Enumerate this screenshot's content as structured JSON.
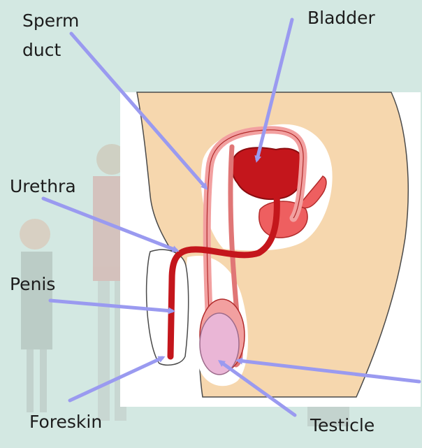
{
  "labels": {
    "sperm_duct_line1": "Sperm",
    "sperm_duct_line2": "duct",
    "bladder": "Bladder",
    "urethra": "Urethra",
    "penis": "Penis",
    "foreskin": "Foreskin",
    "testicle": "Testicle"
  },
  "colors": {
    "background": "#d3e8e2",
    "skin": "#f6d7ae",
    "organ_dark": "#c4161c",
    "organ_light": "#ee5f60",
    "duct_pale": "#f2a0a0",
    "testicle": "#eab6d6",
    "arrow": "#9a9af0"
  }
}
